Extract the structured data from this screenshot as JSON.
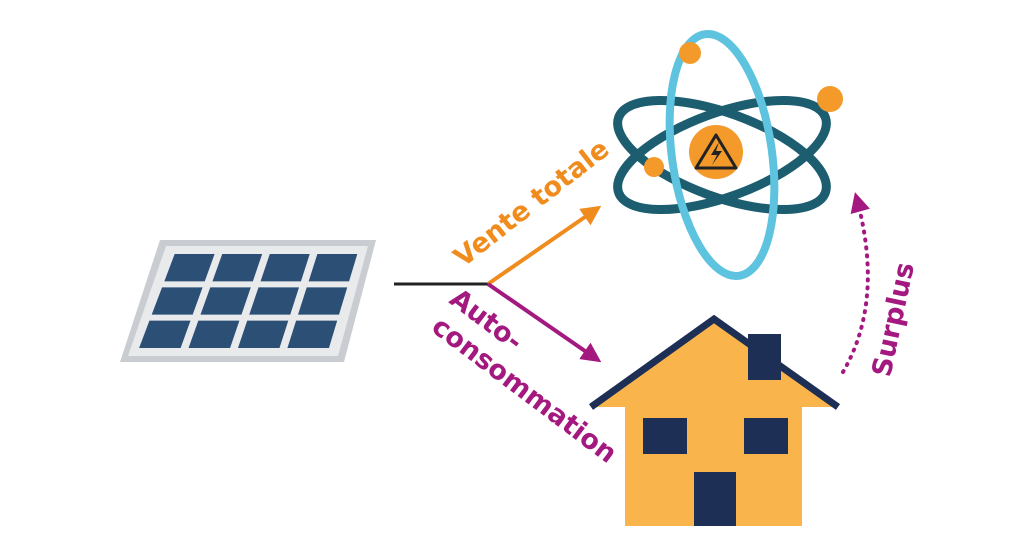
{
  "labels": {
    "vente_totale": "Vente totale",
    "auto_line1": "Auto-",
    "auto_line2": "consommation",
    "surplus": "Surplus"
  },
  "icons": {
    "source": "solar-panel-icon",
    "grid": "atom-icon",
    "warning": "high-voltage-warning-icon",
    "home": "house-icon"
  },
  "colors": {
    "vente_totale": "#f08c1e",
    "autoconsommation": "#a3197f",
    "surplus": "#a3197f",
    "panel_cell": "#2c4f75",
    "panel_frame": "#c9cdd1",
    "atom_orbit_dark": "#1c5d70",
    "atom_orbit_light": "#5ec3de",
    "atom_electron": "#f39a2a",
    "house_body": "#f9b54c",
    "house_roof_trim": "#1e2f55",
    "house_window": "#1e2f55"
  }
}
